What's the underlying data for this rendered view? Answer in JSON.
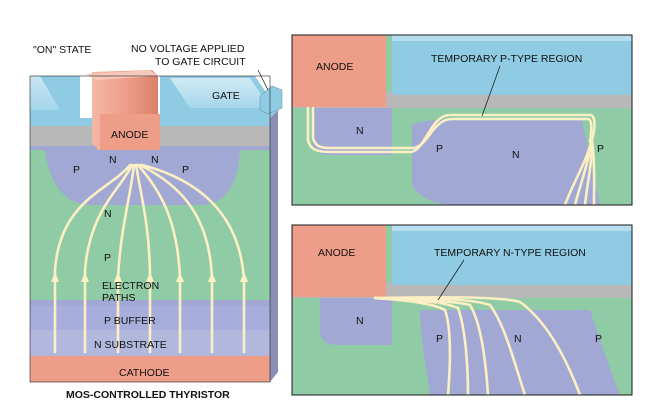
{
  "left": {
    "state_label": "\"ON\" STATE",
    "no_voltage_line1": "NO VOLTAGE APPLIED",
    "no_voltage_line2": "TO GATE CIRCUIT",
    "gate_label": "GATE",
    "anode_label": "ANODE",
    "n_left": "N",
    "n_right": "N",
    "p_left": "P",
    "p_right": "P",
    "n_mid": "N",
    "p_mid": "P",
    "electron_line1": "ELECTRON",
    "electron_line2": "PATHS",
    "p_buffer": "P BUFFER",
    "n_substrate": "N SUBSTRATE",
    "cathode_label": "CATHODE",
    "caption": "MOS-CONTROLLED THYRISTOR"
  },
  "top_right": {
    "anode_label": "ANODE",
    "region_label": "TEMPORARY P-TYPE REGION",
    "n_small": "N",
    "p_left": "P",
    "n_big": "N",
    "p_right": "P"
  },
  "bottom_right": {
    "anode_label": "ANODE",
    "region_label": "TEMPORARY N-TYPE REGION",
    "n_small": "N",
    "p_left": "P",
    "n_mid": "N",
    "p_right": "P"
  },
  "colors": {
    "n_region": "#a1a8d3",
    "p_region": "#8fcba4",
    "anode": "#ee9e88",
    "gate_blue": "#8fcbe3",
    "oxide_gray": "#b8b8b8",
    "electron_path": "#fbefc3",
    "cathode": "#ee9e88",
    "frame": "#1a1a1a"
  }
}
